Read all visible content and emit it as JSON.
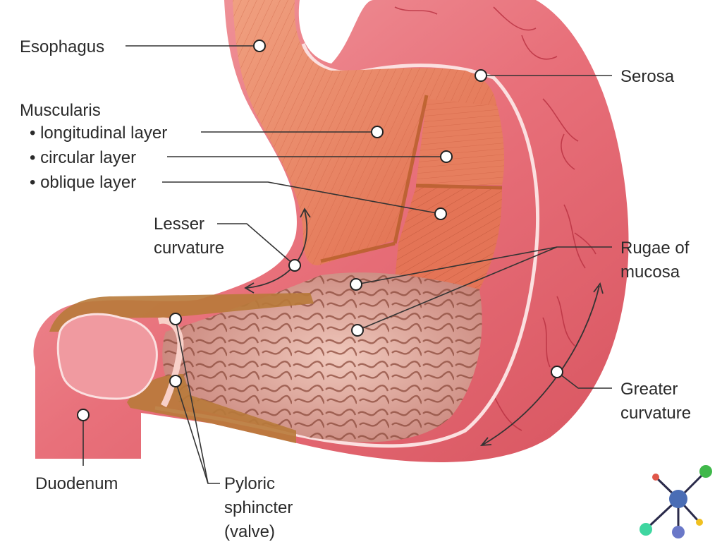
{
  "labels": {
    "esophagus": "Esophagus",
    "muscularis": "Muscularis",
    "longitudinal": "• longitudinal layer",
    "circular": "• circular layer",
    "oblique": "• oblique layer",
    "lesser_1": "Lesser",
    "lesser_2": "curvature",
    "serosa": "Serosa",
    "rugae_1": "Rugae of",
    "rugae_2": "mucosa",
    "greater_1": "Greater",
    "greater_2": "curvature",
    "duodenum": "Duodenum",
    "pyloric_1": "Pyloric",
    "pyloric_2": "sphincter",
    "pyloric_3": "(valve)"
  },
  "colors": {
    "outer_wall": "#e8707a",
    "muscle": "#e8886a",
    "muscle_dark": "#c85a3e",
    "mucosa": "#d9a89a",
    "mucosa_fold": "#8c4a3c",
    "submucosa": "#b87a3a",
    "logo_center": "#4a6db5",
    "logo_green": "#3fb84a",
    "logo_teal": "#3fd6a0",
    "logo_red": "#e0574a",
    "logo_yellow": "#f0c020",
    "logo_purple": "#6a78c8"
  },
  "logo": {
    "icon": "network-node-icon"
  }
}
